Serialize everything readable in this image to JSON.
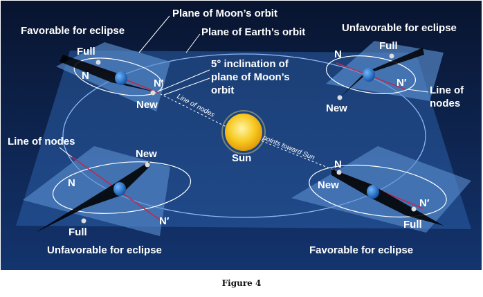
{
  "labels": {
    "favorable_top": "Favorable for eclipse",
    "favorable_bottom": "Favorable for eclipse",
    "unfavorable_top": "Unfavorable for eclipse",
    "unfavorable_bottom": "Unfavorable for eclipse",
    "plane_moon_orbit": "Plane of Moon’s orbit",
    "plane_earth_orbit": "Plane of Earth’s orbit",
    "inclination_line1": "5° inclination of",
    "inclination_line2": "plane of Moon’s",
    "inclination_line3": "orbit",
    "line_of_nodes_top_right_1": "Line of",
    "line_of_nodes_top_right_2": "nodes",
    "line_of_nodes_left": "Line of nodes",
    "line_of_nodes_small": "Line of nodes",
    "points_toward_sun": "points toward Sun",
    "sun": "Sun",
    "full": "Full",
    "new": "New",
    "n": "N",
    "n_prime": "N′"
  },
  "caption": "Figure 4",
  "colors": {
    "space_top": "#0a1a3c",
    "space_bottom": "#102f66",
    "earth_plane": "#2c5fa8",
    "moon_plane": "#5b8fd0",
    "sun": "#f5c21a",
    "earth": "#1f7ad6",
    "node_line": "#c2274a"
  }
}
